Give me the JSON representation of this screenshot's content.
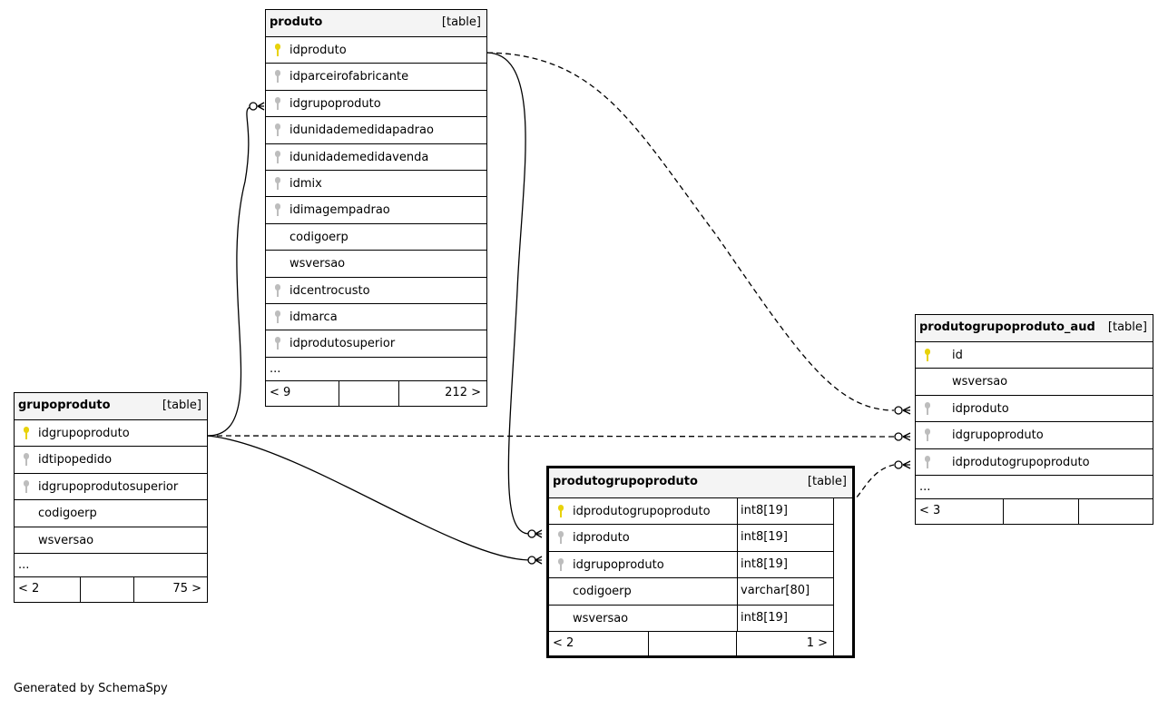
{
  "tables": {
    "produto": {
      "name": "produto",
      "kind": "[table]",
      "columns": [
        {
          "name": "idproduto",
          "key": "pk"
        },
        {
          "name": "idparceirofabricante",
          "key": "fk"
        },
        {
          "name": "idgrupoproduto",
          "key": "fk"
        },
        {
          "name": "idunidademedidapadrao",
          "key": "fk"
        },
        {
          "name": "idunidademedidavenda",
          "key": "fk"
        },
        {
          "name": "idmix",
          "key": "fk"
        },
        {
          "name": "idimagempadrao",
          "key": "fk"
        },
        {
          "name": "codigoerp",
          "key": ""
        },
        {
          "name": "wsversao",
          "key": ""
        },
        {
          "name": "idcentrocusto",
          "key": "fk"
        },
        {
          "name": "idmarca",
          "key": "fk"
        },
        {
          "name": "idprodutosuperior",
          "key": "fk"
        }
      ],
      "more": "...",
      "footer": {
        "parents": "< 9",
        "mid": "",
        "children": "212 >"
      }
    },
    "grupoproduto": {
      "name": "grupoproduto",
      "kind": "[table]",
      "columns": [
        {
          "name": "idgrupoproduto",
          "key": "pk"
        },
        {
          "name": "idtipopedido",
          "key": "fk"
        },
        {
          "name": "idgrupoprodutosuperior",
          "key": "fk"
        },
        {
          "name": "codigoerp",
          "key": ""
        },
        {
          "name": "wsversao",
          "key": ""
        }
      ],
      "more": "...",
      "footer": {
        "parents": "< 2",
        "mid": "",
        "children": "75 >"
      }
    },
    "produtogrupoproduto": {
      "name": "produtogrupoproduto",
      "kind": "[table]",
      "columns": [
        {
          "name": "idprodutogrupoproduto",
          "key": "pk",
          "type": "int8[19]"
        },
        {
          "name": "idproduto",
          "key": "fk",
          "type": "int8[19]"
        },
        {
          "name": "idgrupoproduto",
          "key": "fk",
          "type": "int8[19]"
        },
        {
          "name": "codigoerp",
          "key": "",
          "type": "varchar[80]"
        },
        {
          "name": "wsversao",
          "key": "",
          "type": "int8[19]"
        }
      ],
      "footer": {
        "parents": "< 2",
        "mid": "",
        "children": "1 >"
      }
    },
    "produtogrupoproduto_aud": {
      "name": "produtogrupoproduto_aud",
      "kind": "[table]",
      "columns": [
        {
          "name": "id",
          "key": "pk"
        },
        {
          "name": "wsversao",
          "key": ""
        },
        {
          "name": "idproduto",
          "key": "fk"
        },
        {
          "name": "idgrupoproduto",
          "key": "fk"
        },
        {
          "name": "idprodutogrupoproduto",
          "key": "fk"
        }
      ],
      "more": "...",
      "footer": {
        "parents": "< 3",
        "mid": "",
        "children": ""
      }
    }
  },
  "relationships": [
    {
      "from": "grupoproduto.idgrupoproduto",
      "to": "produto.idgrupoproduto",
      "style": "solid"
    },
    {
      "from": "produto.idproduto",
      "to": "produtogrupoproduto.idproduto",
      "style": "solid"
    },
    {
      "from": "grupoproduto.idgrupoproduto",
      "to": "produtogrupoproduto.idgrupoproduto",
      "style": "solid"
    },
    {
      "from": "produto.idproduto",
      "to": "produtogrupoproduto_aud.idproduto",
      "style": "dashed"
    },
    {
      "from": "grupoproduto.idgrupoproduto",
      "to": "produtogrupoproduto_aud.idgrupoproduto",
      "style": "dashed"
    },
    {
      "from": "produtogrupoproduto.idprodutogrupoproduto",
      "to": "produtogrupoproduto_aud.idprodutogrupoproduto",
      "style": "dashed"
    }
  ],
  "footer_text": "Generated by SchemaSpy"
}
